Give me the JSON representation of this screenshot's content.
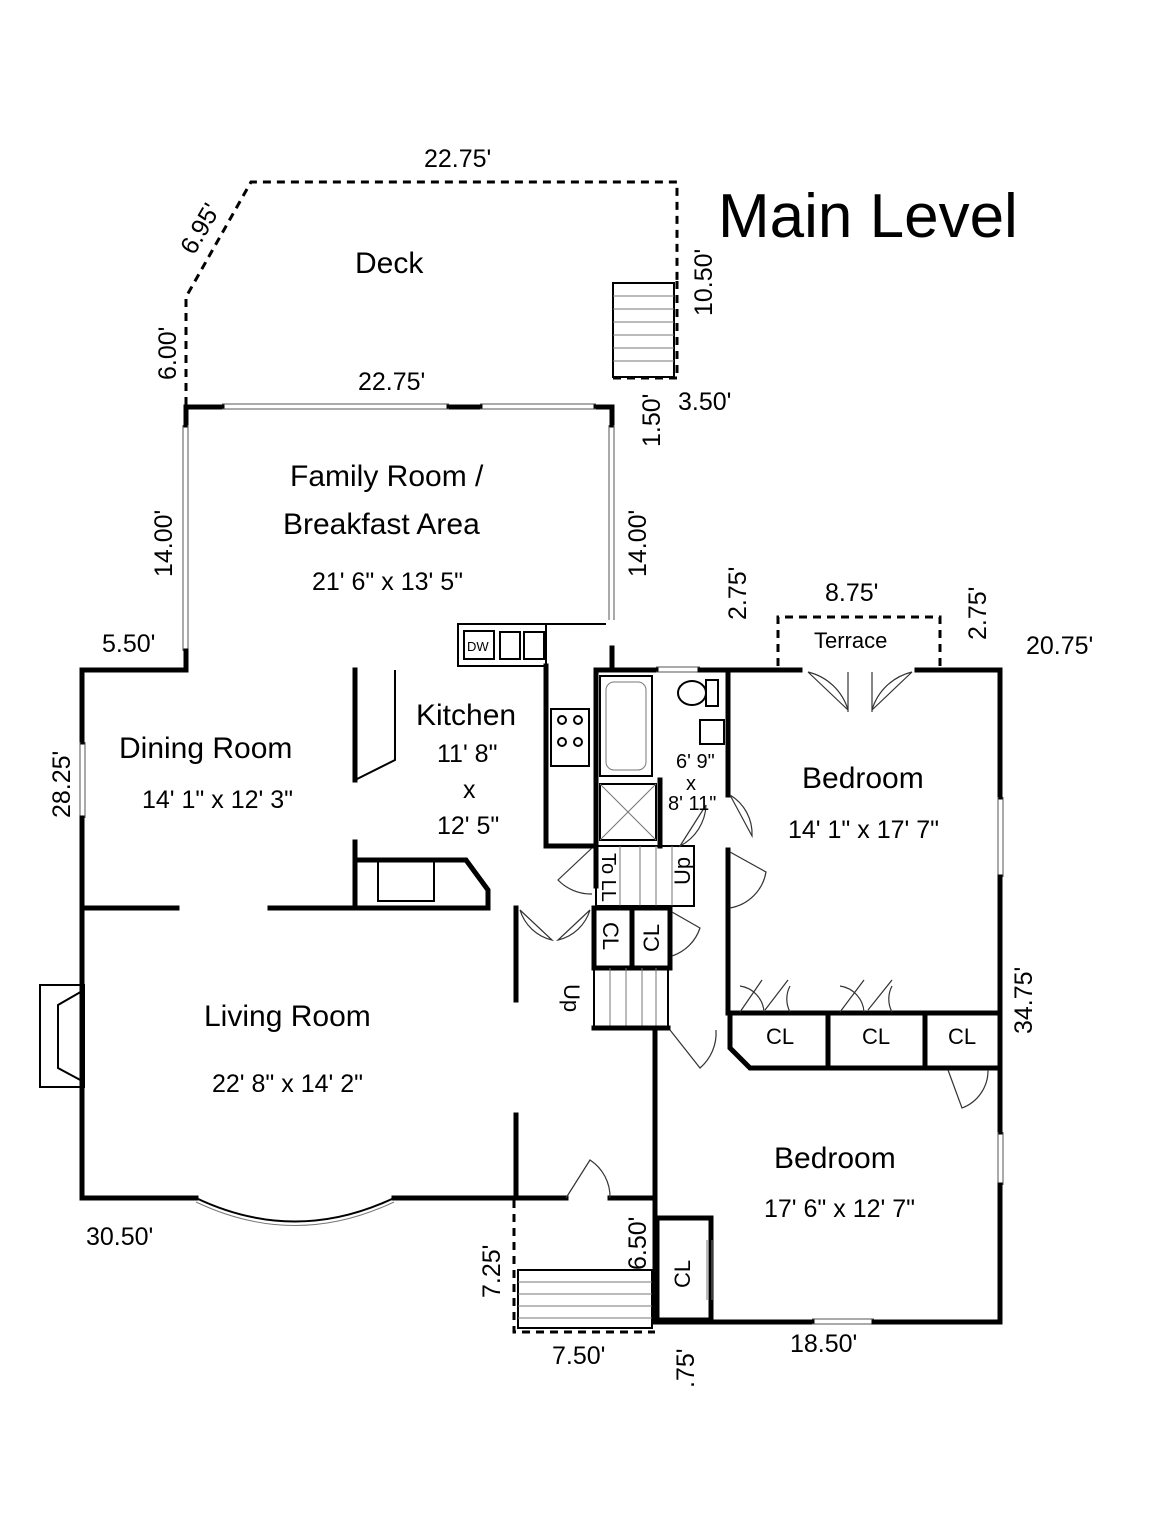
{
  "title": "Main Level",
  "rooms": {
    "deck": {
      "name": "Deck"
    },
    "family": {
      "name_line1": "Family Room /",
      "name_line2": "Breakfast Area",
      "size": "21' 6\" x 13' 5\""
    },
    "kitchen": {
      "name": "Kitchen",
      "size_w": "11' 8\"",
      "size_x": "x",
      "size_h": "12' 5\""
    },
    "dining": {
      "name": "Dining Room",
      "size": "14' 1\" x 12' 3\""
    },
    "living": {
      "name": "Living Room",
      "size": "22' 8\" x 14' 2\""
    },
    "bath": {
      "size_w": "6' 9\"",
      "size_x": "x",
      "size_h": "8' 11\""
    },
    "bedroom1": {
      "name": "Bedroom",
      "size": "14' 1\" x 17' 7\""
    },
    "bedroom2": {
      "name": "Bedroom",
      "size": "17' 6\" x 12' 7\""
    },
    "terrace": {
      "name": "Terrace"
    }
  },
  "labels": {
    "dw": "DW",
    "cl": "CL",
    "up": "Up",
    "to_ll": "To LL"
  },
  "dims": {
    "deck_top": "22.75'",
    "deck_diag": "6.95'",
    "deck_left": "6.00'",
    "deck_bottom": "22.75'",
    "deck_right": "10.50'",
    "stair_a": "1.50'",
    "stair_b": "3.50'",
    "family_left": "14.00'",
    "family_right": "14.00'",
    "jog_left": "5.50'",
    "dining_left": "28.25'",
    "terrace_left": "2.75'",
    "terrace_top": "8.75'",
    "terrace_right": "2.75'",
    "top_right": "20.75'",
    "right_side": "34.75'",
    "living_bottom": "30.50'",
    "porch_left": "7.25'",
    "porch_right": "6.50'",
    "porch_bottom": "7.50'",
    "jog_small": ".75'",
    "bedroom_bottom": "18.50'"
  }
}
